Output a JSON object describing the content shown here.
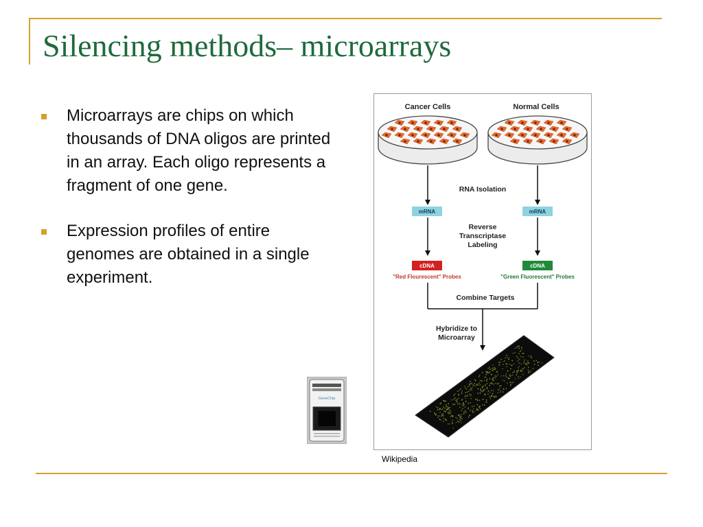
{
  "slide": {
    "title": "Silencing methods– microarrays",
    "bullets": [
      "Microarrays are chips on which thousands of DNA oligos are printed in an array. Each oligo represents a fragment of one gene.",
      "Expression profiles of entire genomes are obtained in a single experiment."
    ],
    "caption": "Wikipedia"
  },
  "diagram": {
    "cancer_cells": "Cancer Cells",
    "normal_cells": "Normal Cells",
    "rna_isolation": "RNA Isolation",
    "mrna_left": "mRNA",
    "mrna_right": "mRNA",
    "rt_line1": "Reverse",
    "rt_line2": "Transcriptase",
    "rt_line3": "Labeling",
    "cdna_left": "cDNA",
    "cdna_right": "cDNA",
    "red_probes": "\"Red Flourescent\" Probes",
    "green_probes": "\"Green Fluorescent\" Probes",
    "combine": "Combine Targets",
    "hyb_line1": "Hybridize to",
    "hyb_line2": "Microarray"
  },
  "chip": {
    "brand": "GeneChip"
  },
  "colors": {
    "title": "#1e6a3c",
    "accent": "#d4a12a",
    "cdna_red": "#d42020",
    "cdna_green": "#1e8a3a",
    "mrna_box": "#8fd3e0"
  }
}
